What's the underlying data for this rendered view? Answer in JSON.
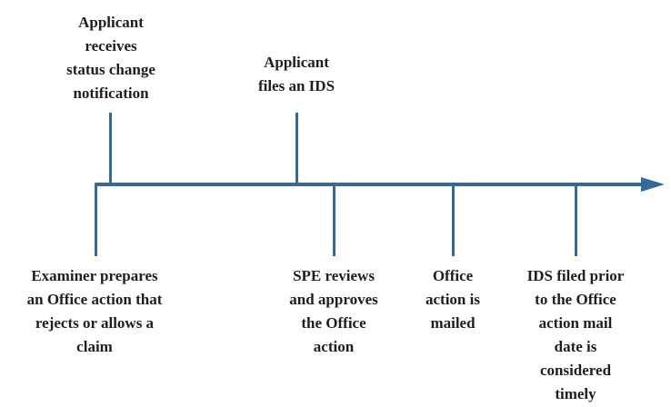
{
  "diagram": {
    "type": "timeline",
    "title": "",
    "colors": {
      "line": "#336A99",
      "text": "#1E1E1E",
      "background": "#FFFFFF"
    },
    "axis": {
      "direction": "left-to-right",
      "arrowhead": "right"
    },
    "events_above": [
      {
        "text": "Applicant\nreceives\nstatus change\nnotification"
      },
      {
        "text": "Applicant\nfiles an IDS"
      }
    ],
    "events_below": [
      {
        "text": "Examiner prepares\nan Office action that\nrejects or allows a\nclaim"
      },
      {
        "text": "SPE reviews\nand approves\nthe Office\naction"
      },
      {
        "text": "Office\naction is\nmailed"
      },
      {
        "text": "IDS filed prior\nto the Office\naction mail\ndate is\nconsidered\ntimely"
      }
    ]
  }
}
